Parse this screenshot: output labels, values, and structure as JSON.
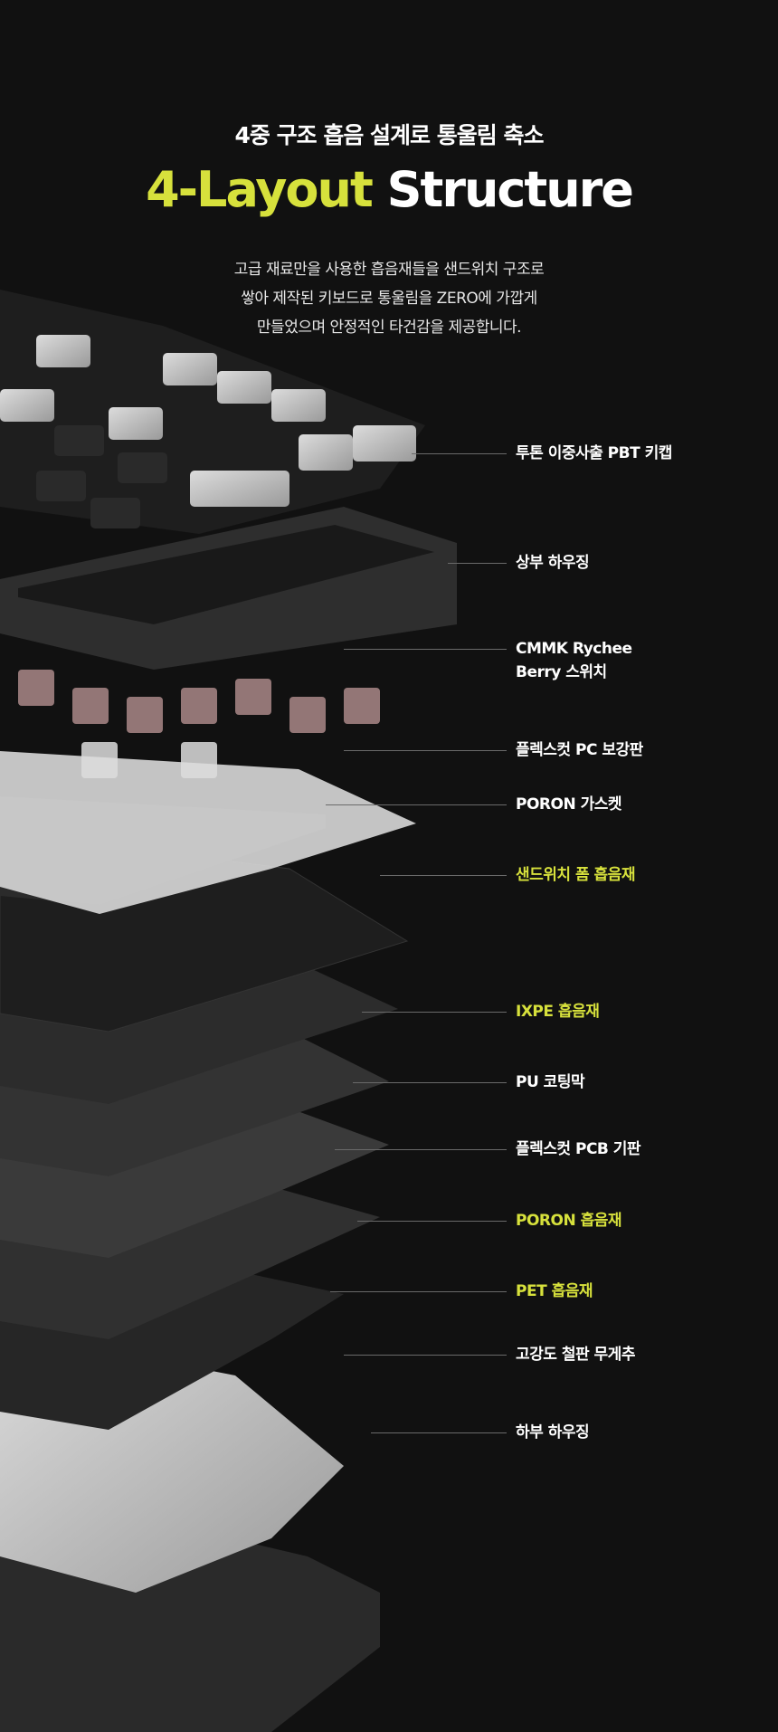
{
  "header": {
    "subtitle": "4중 구조 흡음 설계로 통울림 축소",
    "title_accent": "4-Layout",
    "title_rest": "Structure",
    "description": [
      "고급 재료만을 사용한 흡음재들을 샌드위치 구조로",
      "쌓아 제작된 키보드로 통울림을 ZERO에 가깝게",
      "만들었으며 안정적인 타건감을 제공합니다."
    ]
  },
  "colors": {
    "accent": "#d7e13c",
    "background": "#111111",
    "text": "#ffffff"
  },
  "layers": [
    {
      "label": "투톤 이중사출 PBT 키캡",
      "highlight": false
    },
    {
      "label": "상부 하우징",
      "highlight": false
    },
    {
      "label": "CMMK Rychee",
      "label2": "Berry 스위치",
      "highlight": false
    },
    {
      "label": "플렉스컷 PC 보강판",
      "highlight": false
    },
    {
      "label": "PORON 가스켓",
      "highlight": false
    },
    {
      "label": "샌드위치 폼 흡음재",
      "highlight": true
    },
    {
      "label": "IXPE 흡음재",
      "highlight": true
    },
    {
      "label": "PU 코팅막",
      "highlight": false
    },
    {
      "label": "플렉스컷 PCB 기판",
      "highlight": false
    },
    {
      "label": "PORON 흡음재",
      "highlight": true
    },
    {
      "label": "PET 흡음재",
      "highlight": true
    },
    {
      "label": "고강도 철판 무게추",
      "highlight": false
    },
    {
      "label": "하부 하우징",
      "highlight": false
    }
  ]
}
